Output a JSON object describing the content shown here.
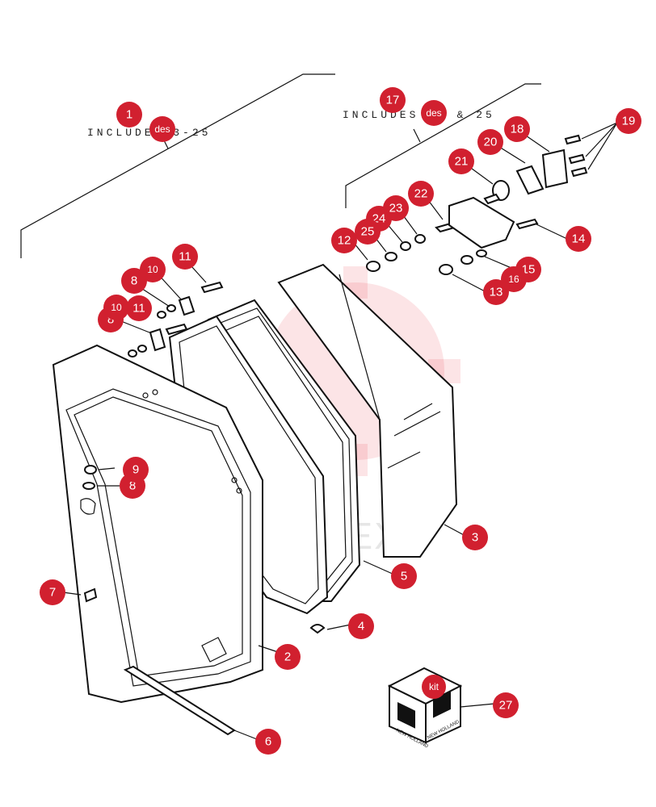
{
  "annotations": {
    "left_includes": "INCLUDES 3-25",
    "right_includes": "INCLUDES 16 & 25"
  },
  "callouts": [
    {
      "label": "1"
    },
    {
      "label": "des"
    },
    {
      "label": "17"
    },
    {
      "label": "des"
    },
    {
      "label": "2"
    },
    {
      "label": "3"
    },
    {
      "label": "4"
    },
    {
      "label": "5"
    },
    {
      "label": "6"
    },
    {
      "label": "7"
    },
    {
      "label": "8"
    },
    {
      "label": "8"
    },
    {
      "label": "8"
    },
    {
      "label": "9"
    },
    {
      "label": "10"
    },
    {
      "label": "10"
    },
    {
      "label": "11"
    },
    {
      "label": "11"
    },
    {
      "label": "12"
    },
    {
      "label": "13"
    },
    {
      "label": "14"
    },
    {
      "label": "15"
    },
    {
      "label": "16"
    },
    {
      "label": "18"
    },
    {
      "label": "19"
    },
    {
      "label": "20"
    },
    {
      "label": "21"
    },
    {
      "label": "22"
    },
    {
      "label": "23"
    },
    {
      "label": "24"
    },
    {
      "label": "25"
    },
    {
      "label": "27"
    },
    {
      "label": "kit"
    }
  ],
  "kit_box": {
    "brand_text": "NEW HOLLAND"
  },
  "watermark": {
    "text": "WHITEX"
  },
  "colors": {
    "callout": "#d1202f",
    "watermark": "#e9303a",
    "line": "#111111"
  }
}
